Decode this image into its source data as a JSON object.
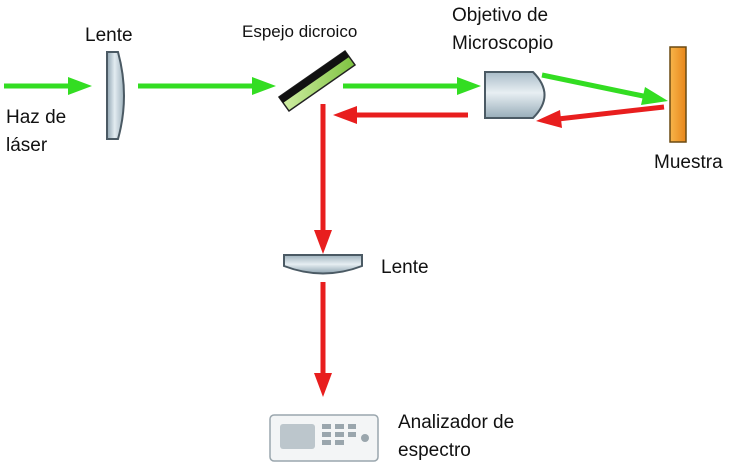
{
  "labels": {
    "lens_top": "Lente",
    "mirror": "Espejo dicroico",
    "objective_line1": "Objetivo de",
    "objective_line2": "Microscopio",
    "laser_line1": "Haz de",
    "laser_line2": "láser",
    "sample": "Muestra",
    "lens_bottom": "Lente",
    "analyzer_line1": "Analizador de",
    "analyzer_line2": "espectro"
  },
  "colors": {
    "excitation_beam": "#33dd22",
    "raman_beam": "#e81e1e",
    "lens_fill": "#b9c9d3",
    "sample_fill": "#f3a02a",
    "mirror_dark": "#111111",
    "mirror_light": "#9ed65a"
  },
  "icons": {
    "analyzer": "spectrum-analyzer-icon"
  }
}
